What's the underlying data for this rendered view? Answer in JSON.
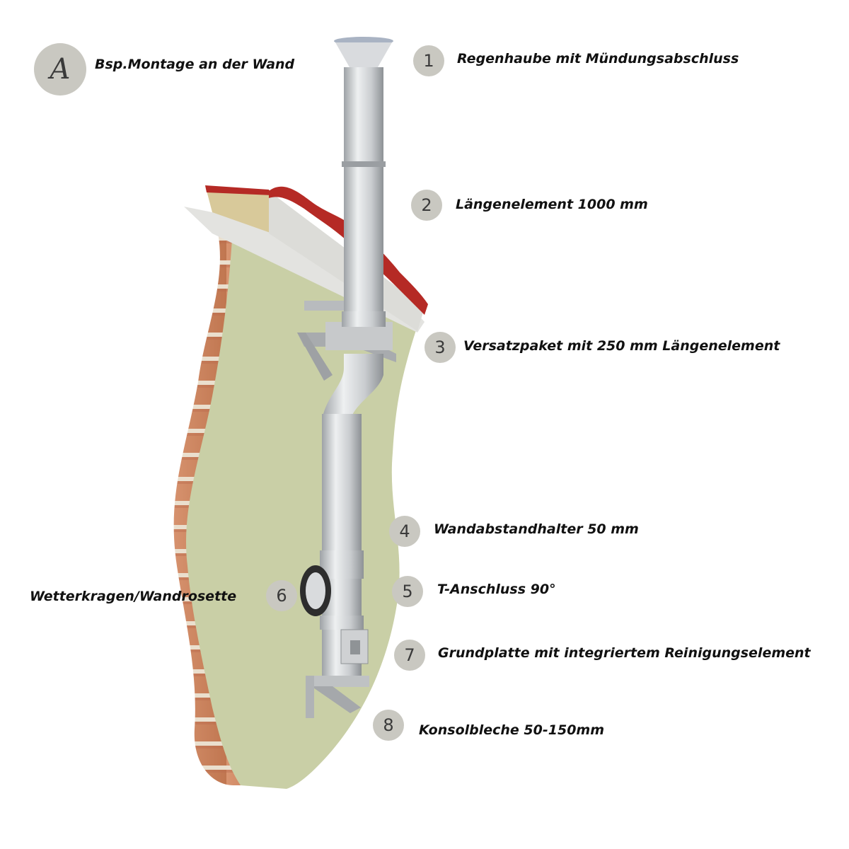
{
  "header": {
    "badge_letter": "A",
    "title": "Bsp.Montage an der Wand"
  },
  "components": [
    {
      "number": "1",
      "label": "Regenhaube mit Mündungsabschluss"
    },
    {
      "number": "2",
      "label": "Längenelement 1000 mm"
    },
    {
      "number": "3",
      "label": "Versatzpaket mit 250 mm Längenelement"
    },
    {
      "number": "4",
      "label": "Wandabstandhalter 50 mm"
    },
    {
      "number": "5",
      "label": "T-Anschluss 90°"
    },
    {
      "number": "6",
      "label": "Wetterkragen/Wandrosette"
    },
    {
      "number": "7",
      "label": "Grundplatte mit integriertem Reinigungselement"
    },
    {
      "number": "8",
      "label": "Konsolbleche 50-150mm"
    }
  ],
  "colors": {
    "badge": "#c9c8c1",
    "wall_plaster": "#c9cfa6",
    "brick": "#cf8a5e",
    "roof_tile": "#b52a25",
    "steel": "#d4d6d8"
  }
}
